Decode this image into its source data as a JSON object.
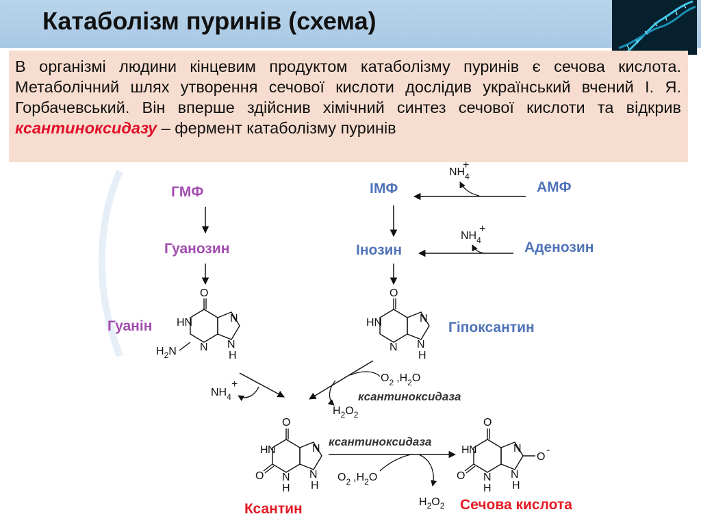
{
  "slide": {
    "title": "Катаболізм пуринів (схема)",
    "intro_text": "В організмі людини кінцевим продуктом катаболізму пуринів є сечова кислота. Метаболічний шлях утворення сечової кислоти дослідив український вчений І. Я. Горбачевський. Він вперше здійснив хімічний синтез сечової кислоти та відкрив",
    "intro_highlight": "ксантиноксидазу",
    "intro_tail": " – фермент катаболізму пуринів"
  },
  "scheme": {
    "gmp": "ГМФ",
    "guanosine": "Гуанозин",
    "guanine": "Гуанін",
    "imp": "ІМФ",
    "amp": "АМФ",
    "inosine": "Інозин",
    "adenosine": "Аденозин",
    "hypoxanthine": "Гіпоксантин",
    "xanthine": "Ксантин",
    "uric_acid": "Сечова кислота",
    "enzyme_1": "ксантиноксидаза",
    "enzyme_2": "ксантиноксидаза",
    "nh4": "NH",
    "o2": "O",
    "h2o": ",H",
    "h2o2": "H",
    "atom_o": "O",
    "atom_h": "H",
    "atom_n": "N",
    "atom_hn": "HN",
    "atom_h2n": "H",
    "charge_plus": "+",
    "charge_minus": "-",
    "sub_2": "2",
    "sub_4": "4",
    "o_minus": "O"
  },
  "colors": {
    "title_bar": "#b8d4ea",
    "info_bg": "#f7ddcf",
    "nucleotide_purple": "#a24cb0",
    "adenine_branch_blue": "#4f73b8",
    "product_red": "#e31b23",
    "highlight_red": "#e0102a"
  }
}
